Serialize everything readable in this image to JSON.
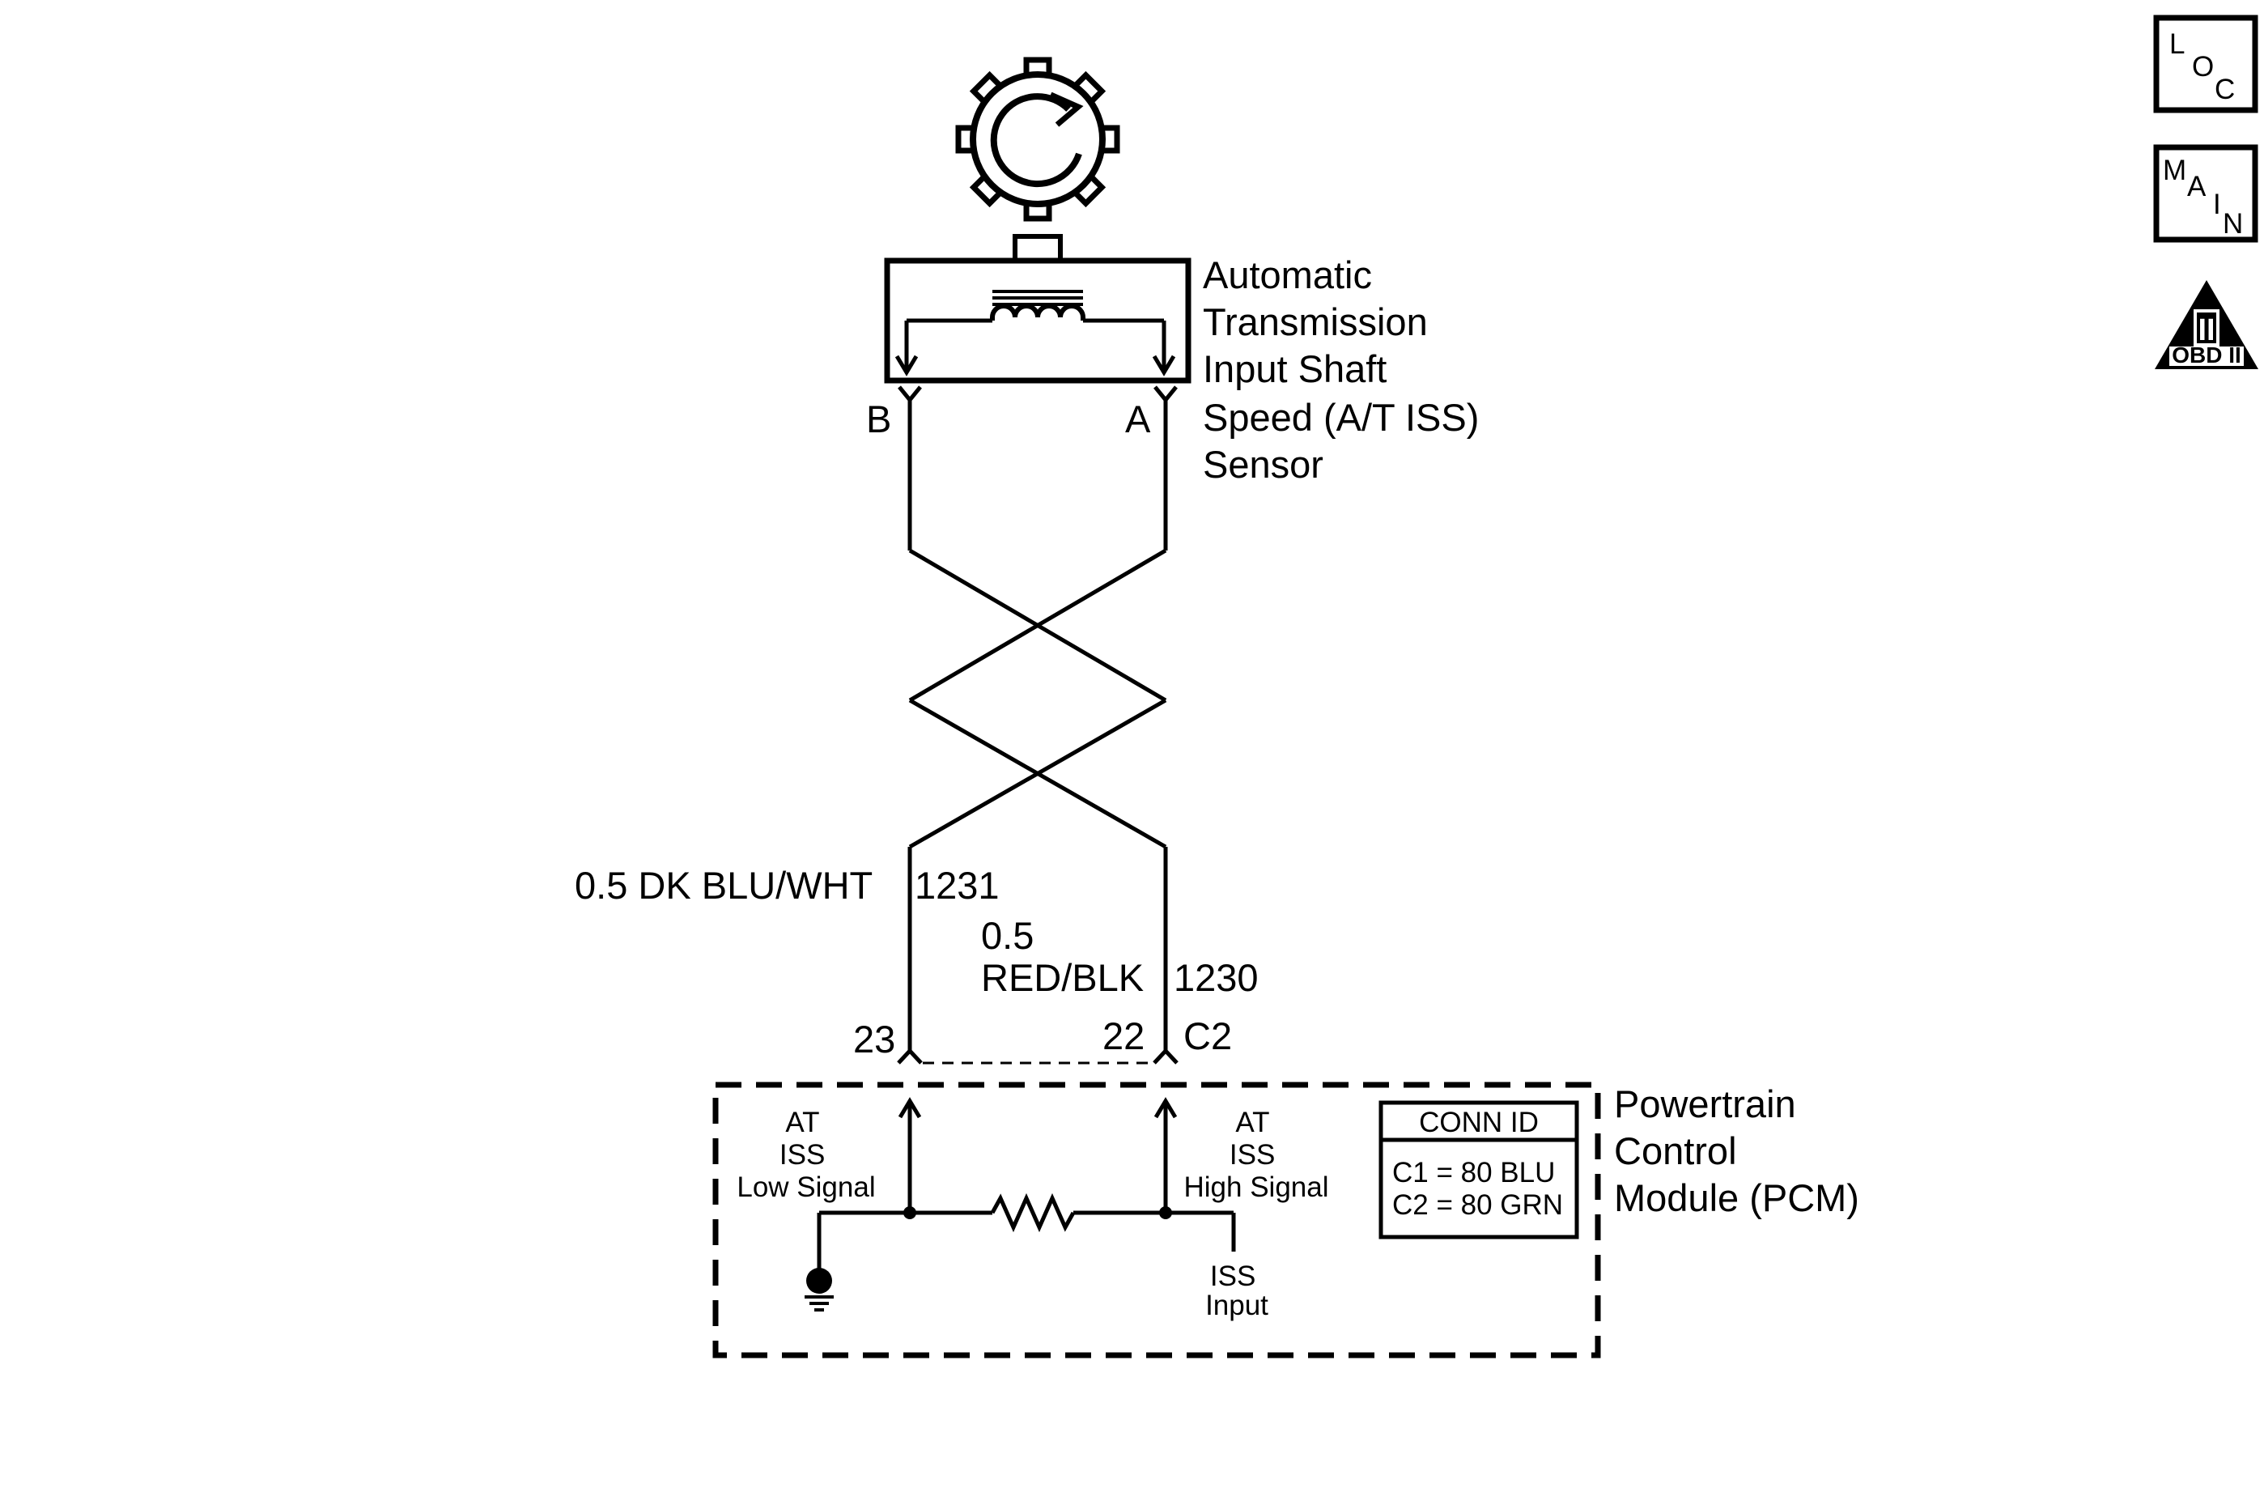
{
  "sensor": {
    "name_lines": [
      "Automatic",
      "Transmission",
      "Input Shaft",
      "Speed (A/T ISS)",
      "Sensor"
    ],
    "terminal_b": "B",
    "terminal_a": "A"
  },
  "wires": {
    "left": {
      "gauge_color": "0.5 DK BLU/WHT",
      "circuit": "1231"
    },
    "right": {
      "gauge": "0.5",
      "color": "RED/BLK",
      "circuit": "1230"
    }
  },
  "pcm": {
    "name_lines": [
      "Powertrain",
      "Control",
      "Module (PCM)"
    ],
    "pin_left": "23",
    "pin_right": "22",
    "connector": "C2",
    "low_signal_lines": [
      "AT",
      "ISS",
      "Low Signal"
    ],
    "high_signal_lines": [
      "AT",
      "ISS",
      "High Signal"
    ],
    "iss_input_lines": [
      "ISS",
      "Input"
    ],
    "conn_id": {
      "title": "CONN ID",
      "rows": [
        "C1 = 80 BLU",
        "C2 = 80 GRN"
      ]
    }
  },
  "nav_icons": {
    "loc": [
      "L",
      "O",
      "C"
    ],
    "main": [
      "M",
      "A",
      "I",
      "N"
    ],
    "obd": {
      "numeral": "II",
      "label": "OBD II"
    }
  }
}
